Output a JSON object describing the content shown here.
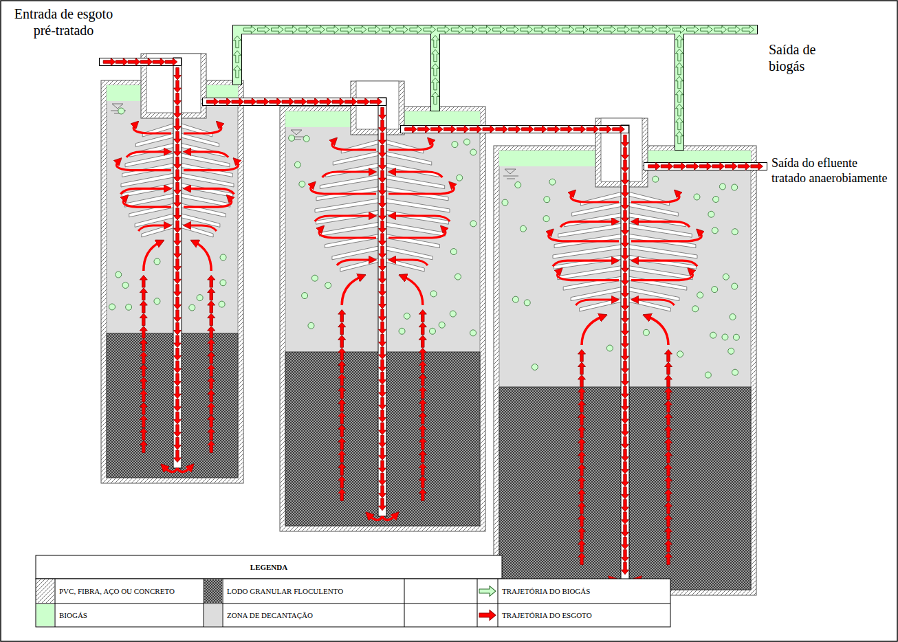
{
  "diagram": {
    "labels": [
      "Entrada de esgoto pré-tratado",
      "Saída de biogás",
      "Saída do efluente tratado anaerobiamente",
      "LEGENDA"
    ],
    "legend": [
      {
        "text": "PVC, FIBRA, AÇO OU CONCRETO"
      },
      {
        "text": "LODO GRANULAR FLOCULENTO"
      },
      {
        "text": "TRAJETÓRIA DO BIOGÁS"
      },
      {
        "text": "BIOGÁS",
        "color": "#ccffcc"
      },
      {
        "text": "ZONA DE DECANTAÇÃO",
        "color": "#dddddd"
      },
      {
        "text": "TRAJETÓRIA DO ESGOTO"
      }
    ]
  }
}
